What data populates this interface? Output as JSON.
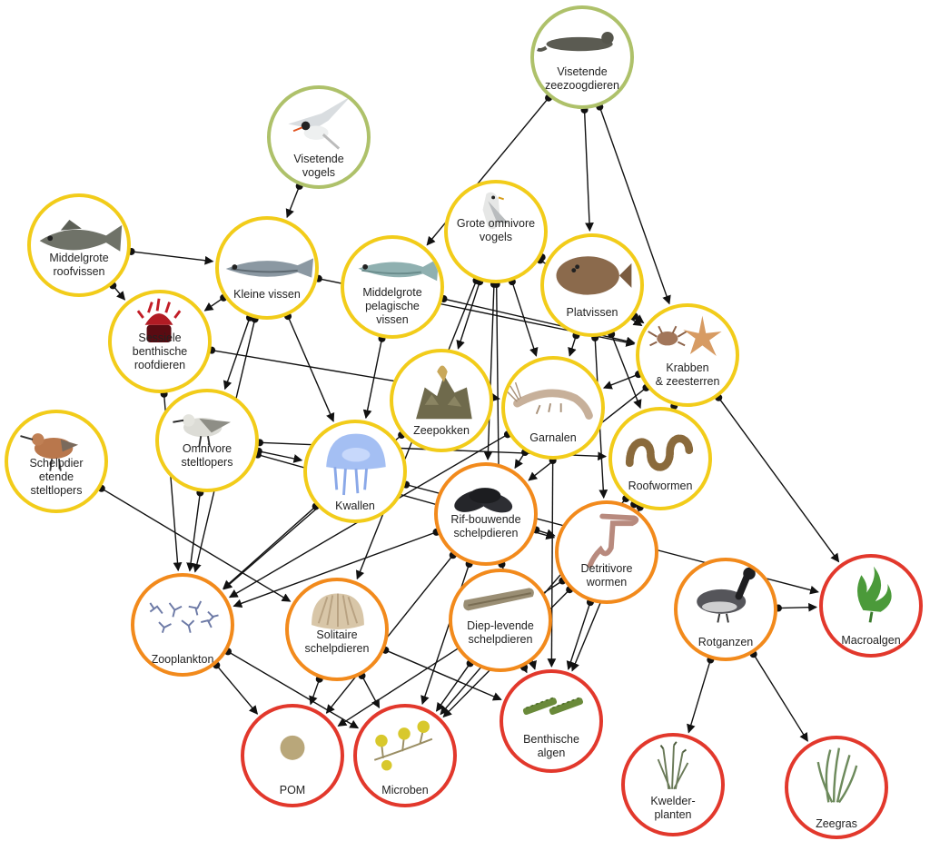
{
  "tier_colors": {
    "top": "#aec16a",
    "upper": "#f2cc1a",
    "middle": "#f28a1c",
    "base": "#e2382c"
  },
  "nodes": [
    {
      "id": "zeezoog",
      "label": "Visetende\nzeezoogdieren",
      "tier": "top",
      "icon": "seal-icon"
    },
    {
      "id": "vogels",
      "label": "Visetende\nvogels",
      "tier": "top",
      "icon": "tern-icon"
    },
    {
      "id": "roofvis",
      "label": "Middelgrote\nroofvissen",
      "tier": "upper",
      "icon": "bass-fish-icon"
    },
    {
      "id": "kleinevis",
      "label": "Kleine vissen",
      "tier": "upper",
      "icon": "small-fish-icon"
    },
    {
      "id": "pelagisch",
      "label": "Middelgrote\npelagische\nvissen",
      "tier": "upper",
      "icon": "herring-icon"
    },
    {
      "id": "grote",
      "label": "Grote omnivore\nvogels",
      "tier": "upper",
      "icon": "gull-icon"
    },
    {
      "id": "platvis",
      "label": "Platvissen",
      "tier": "upper",
      "icon": "flatfish-icon"
    },
    {
      "id": "sessiel",
      "label": "Sessiele\nbenthische\nroofdieren",
      "tier": "upper",
      "icon": "anemone-icon"
    },
    {
      "id": "krabben",
      "label": "Krabben\n& zeesterren",
      "tier": "upper",
      "icon": "crab-starfish-icon"
    },
    {
      "id": "zeepok",
      "label": "Zeepokken",
      "tier": "upper",
      "icon": "barnacle-icon"
    },
    {
      "id": "garnalen",
      "label": "Garnalen",
      "tier": "upper",
      "icon": "shrimp-icon"
    },
    {
      "id": "schelpdier_stelt",
      "label": "Schelpdier\netende\nsteltlopers",
      "tier": "upper",
      "icon": "knot-bird-icon"
    },
    {
      "id": "omnistelt",
      "label": "Omnivore\nsteltlopers",
      "tier": "upper",
      "icon": "sanderling-icon"
    },
    {
      "id": "kwallen",
      "label": "Kwallen",
      "tier": "upper",
      "icon": "jellyfish-icon"
    },
    {
      "id": "roofworm",
      "label": "Roofwormen",
      "tier": "upper",
      "icon": "ragworm-icon"
    },
    {
      "id": "rif",
      "label": "Rif-bouwende\nschelpdieren",
      "tier": "middle",
      "icon": "mussel-icon"
    },
    {
      "id": "detri",
      "label": "Detritivore\nwormen",
      "tier": "middle",
      "icon": "lugworm-icon"
    },
    {
      "id": "zooplankton",
      "label": "Zooplankton",
      "tier": "middle",
      "icon": "zooplankton-icon"
    },
    {
      "id": "solitaire",
      "label": "Solitaire\nschelpdieren",
      "tier": "middle",
      "icon": "cockle-icon"
    },
    {
      "id": "diep",
      "label": "Diep-levende\nschelpdieren",
      "tier": "middle",
      "icon": "razor-clam-icon"
    },
    {
      "id": "rotgans",
      "label": "Rotganzen",
      "tier": "middle",
      "icon": "brent-goose-icon"
    },
    {
      "id": "macroalg",
      "label": "Macroalgen",
      "tier": "base",
      "icon": "seaweed-icon"
    },
    {
      "id": "pom",
      "label": "POM",
      "tier": "base",
      "icon": "pom-dot-icon"
    },
    {
      "id": "microben",
      "label": "Microben",
      "tier": "base",
      "icon": "microbe-icon"
    },
    {
      "id": "benth",
      "label": "Benthische\nalgen",
      "tier": "base",
      "icon": "diatom-icon"
    },
    {
      "id": "kwelder",
      "label": "Kwelder-\nplanten",
      "tier": "base",
      "icon": "saltmarsh-plant-icon"
    },
    {
      "id": "zeegras",
      "label": "Zeegras",
      "tier": "base",
      "icon": "seagrass-icon"
    }
  ],
  "links": [
    [
      "vogels",
      "kleinevis"
    ],
    [
      "zeezoog",
      "pelagisch"
    ],
    [
      "zeezoog",
      "platvis"
    ],
    [
      "zeezoog",
      "krabben"
    ],
    [
      "roofvis",
      "kleinevis"
    ],
    [
      "roofvis",
      "sessiel"
    ],
    [
      "kleinevis",
      "sessiel"
    ],
    [
      "kleinevis",
      "krabben"
    ],
    [
      "kleinevis",
      "kwallen"
    ],
    [
      "kleinevis",
      "zooplankton"
    ],
    [
      "kleinevis",
      "omnistelt"
    ],
    [
      "pelagisch",
      "kwallen"
    ],
    [
      "pelagisch",
      "krabben"
    ],
    [
      "grote",
      "platvis"
    ],
    [
      "grote",
      "garnalen"
    ],
    [
      "grote",
      "zeepok"
    ],
    [
      "grote",
      "rif"
    ],
    [
      "grote",
      "krabben"
    ],
    [
      "grote",
      "diep"
    ],
    [
      "grote",
      "solitaire"
    ],
    [
      "platvis",
      "krabben"
    ],
    [
      "platvis",
      "garnalen"
    ],
    [
      "platvis",
      "roofworm"
    ],
    [
      "platvis",
      "detri"
    ],
    [
      "sessiel",
      "garnalen"
    ],
    [
      "sessiel",
      "zooplankton"
    ],
    [
      "krabben",
      "macroalg"
    ],
    [
      "krabben",
      "roofworm"
    ],
    [
      "krabben",
      "garnalen"
    ],
    [
      "krabben",
      "rif"
    ],
    [
      "garnalen",
      "zooplankton"
    ],
    [
      "garnalen",
      "benth"
    ],
    [
      "garnalen",
      "rif"
    ],
    [
      "schelpdier_stelt",
      "solitaire"
    ],
    [
      "omnistelt",
      "roofworm"
    ],
    [
      "omnistelt",
      "zooplankton"
    ],
    [
      "omnistelt",
      "detri"
    ],
    [
      "omnistelt",
      "kwallen"
    ],
    [
      "kwallen",
      "zooplankton"
    ],
    [
      "kwallen",
      "macroalg"
    ],
    [
      "zeepok",
      "zooplankton"
    ],
    [
      "roofworm",
      "detri"
    ],
    [
      "roofworm",
      "benth"
    ],
    [
      "roofworm",
      "microben"
    ],
    [
      "rif",
      "pom"
    ],
    [
      "rif",
      "microben"
    ],
    [
      "rif",
      "benth"
    ],
    [
      "rif",
      "zooplankton"
    ],
    [
      "rif",
      "detri"
    ],
    [
      "detri",
      "pom"
    ],
    [
      "detri",
      "microben"
    ],
    [
      "detri",
      "benth"
    ],
    [
      "zooplankton",
      "pom"
    ],
    [
      "zooplankton",
      "microben"
    ],
    [
      "solitaire",
      "pom"
    ],
    [
      "solitaire",
      "microben"
    ],
    [
      "solitaire",
      "benth"
    ],
    [
      "diep",
      "microben"
    ],
    [
      "diep",
      "benth"
    ],
    [
      "rotgans",
      "macroalg"
    ],
    [
      "rotgans",
      "kwelder"
    ],
    [
      "rotgans",
      "zeegras"
    ]
  ]
}
